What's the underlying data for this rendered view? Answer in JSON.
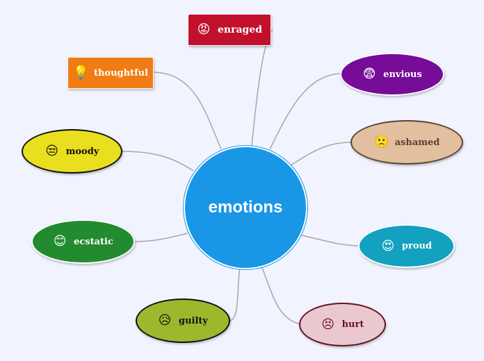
{
  "central": {
    "label": "emotions",
    "color": "#1a96e6"
  },
  "nodes": [
    {
      "label": "enraged",
      "emoji": "😡",
      "bg": "#c0102c",
      "fg": "#ffffff"
    },
    {
      "label": "thoughtful",
      "emoji": "💡",
      "bg": "#f07c14",
      "fg": "#ffffff"
    },
    {
      "label": "envious",
      "emoji": "😨",
      "bg": "#760c97",
      "fg": "#ffffff"
    },
    {
      "label": "ashamed",
      "emoji": "🙁",
      "bg": "#e2bf9f",
      "fg": "#5a4030"
    },
    {
      "label": "moody",
      "emoji": "😒",
      "bg": "#e9df1e",
      "fg": "#111111"
    },
    {
      "label": "ecstatic",
      "emoji": "😊",
      "bg": "#228b2f",
      "fg": "#ffffff"
    },
    {
      "label": "proud",
      "emoji": "😍",
      "bg": "#12a1bf",
      "fg": "#ffffff"
    },
    {
      "label": "guilty",
      "emoji": "😥",
      "bg": "#9db82c",
      "fg": "#111111"
    },
    {
      "label": "hurt",
      "emoji": "😣",
      "bg": "#eac8cf",
      "fg": "#6a1020"
    }
  ],
  "connector_color": "#a6a6a6"
}
